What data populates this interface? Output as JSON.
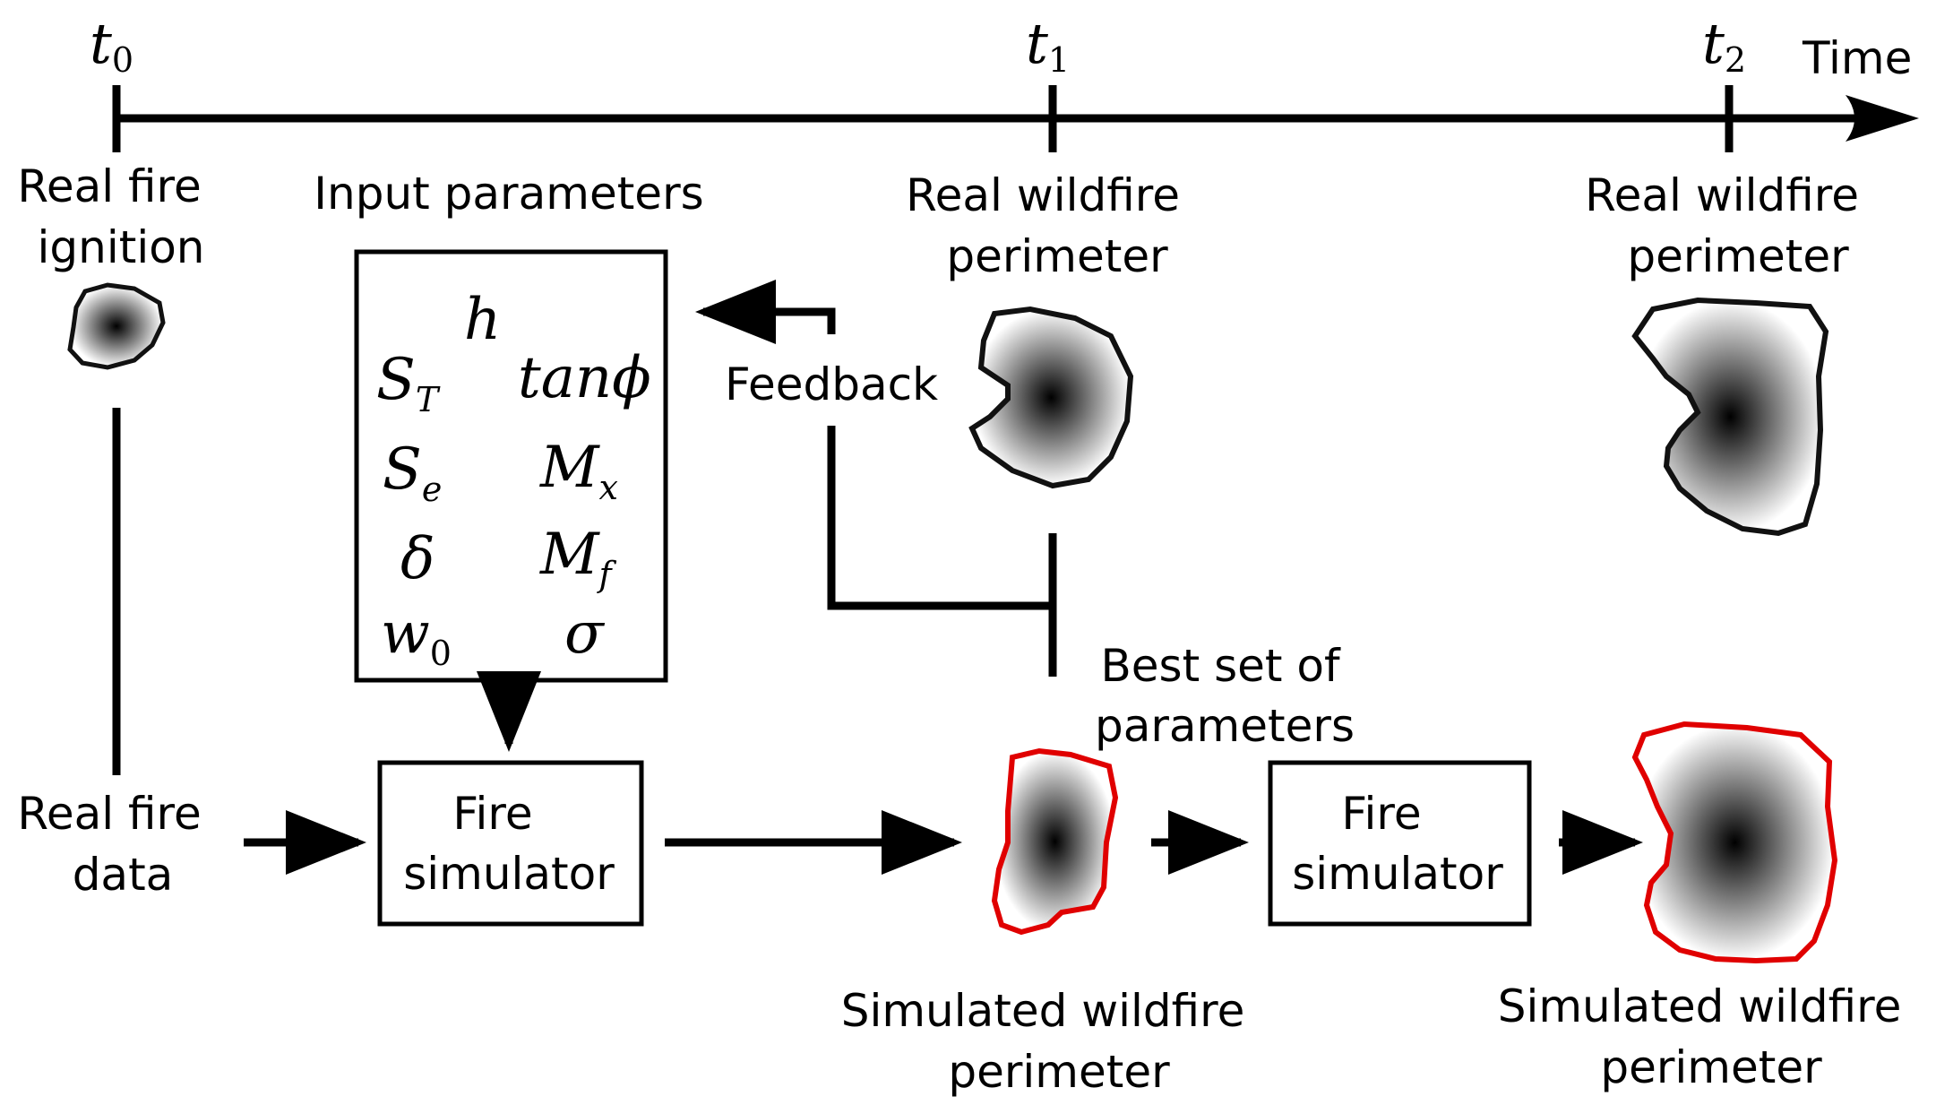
{
  "timeline": {
    "axis_label": "Time",
    "ticks": [
      {
        "symbol": "t",
        "subscript": "0"
      },
      {
        "symbol": "t",
        "subscript": "1"
      },
      {
        "symbol": "t",
        "subscript": "2"
      }
    ]
  },
  "labels": {
    "real_fire_ignition": [
      "Real fire",
      "ignition"
    ],
    "input_parameters": "Input parameters",
    "real_perimeter_t1": [
      "Real wildfire",
      "perimeter"
    ],
    "real_perimeter_t2": [
      "Real wildfire",
      "perimeter"
    ],
    "feedback": "Feedback",
    "best_set": [
      "Best set of",
      "parameters"
    ],
    "real_fire_data": [
      "Real fire",
      "data"
    ],
    "simulated_perimeter_1": [
      "Simulated wildfire",
      "perimeter"
    ],
    "simulated_perimeter_2": [
      "Simulated wildfire",
      "perimeter"
    ]
  },
  "simulators": [
    [
      "Fire",
      "simulator"
    ],
    [
      "Fire",
      "simulator"
    ]
  ],
  "parameters": [
    {
      "symbol": "h",
      "subscript": ""
    },
    {
      "symbol": "S",
      "subscript": "T"
    },
    {
      "symbol": "tanϕ",
      "subscript": ""
    },
    {
      "symbol": "S",
      "subscript": "e"
    },
    {
      "symbol": "M",
      "subscript": "x"
    },
    {
      "symbol": "δ",
      "subscript": ""
    },
    {
      "symbol": "M",
      "subscript": "f"
    },
    {
      "symbol": "w",
      "subscript": "0"
    },
    {
      "symbol": "σ",
      "subscript": ""
    }
  ],
  "colors": {
    "line": "#000000",
    "simulated_outline": "#e00000",
    "real_outline": "#111111"
  }
}
